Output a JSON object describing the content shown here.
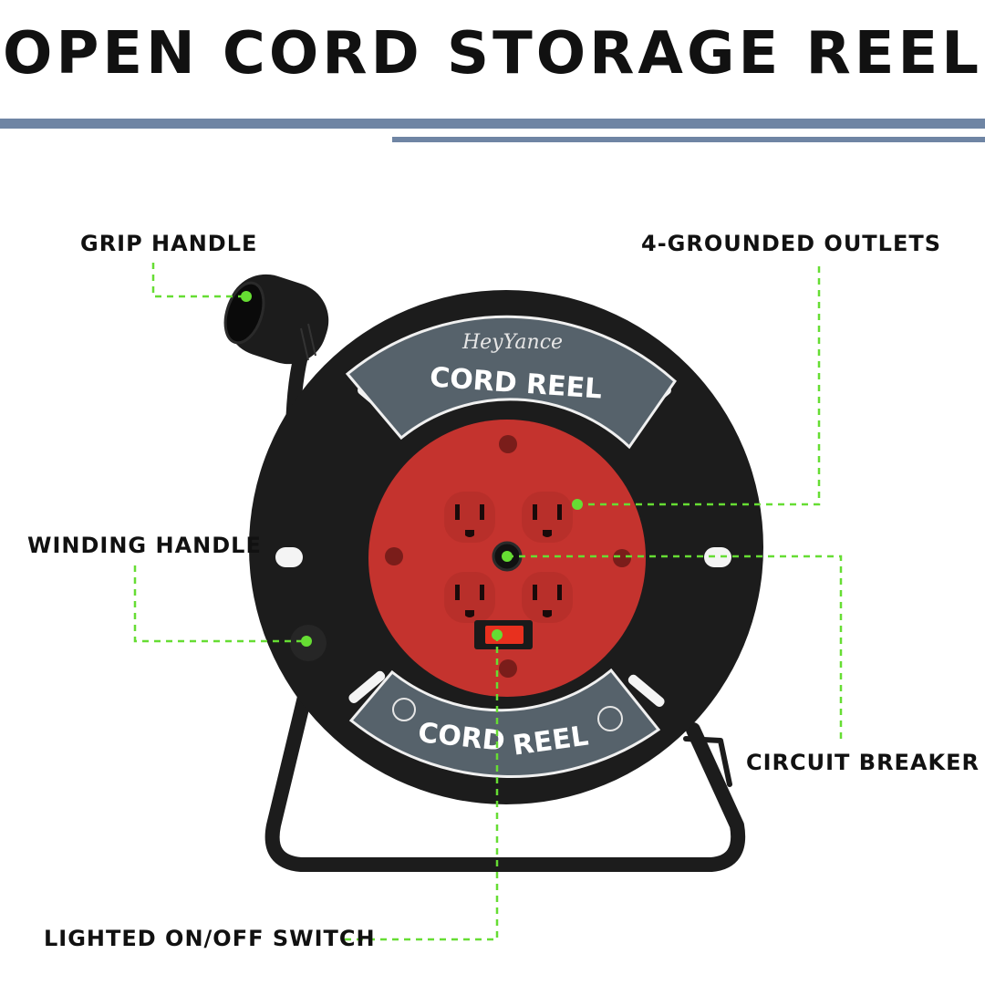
{
  "title": "OPEN CORD STORAGE REEL",
  "colors": {
    "rule": "#6f85a4",
    "callout_line": "#66dd33",
    "reel_body": "#1c1c1c",
    "faceplate": "#c4332e",
    "label_panel": "#56626b",
    "switch": "#e8301e"
  },
  "callouts": {
    "grip_handle": "GRIP HANDLE",
    "grounded_outlets": "4-GROUNDED OUTLETS",
    "winding_handle": "WINDING HANDLE",
    "circuit_breaker": "CIRCUIT BREAKER",
    "lighted_switch": "LIGHTED ON/OFF SWITCH"
  },
  "product": {
    "brand": "HeyYance",
    "top_label": "CORD REEL",
    "bottom_label_left": "CORD",
    "bottom_label_right": "REEL"
  }
}
